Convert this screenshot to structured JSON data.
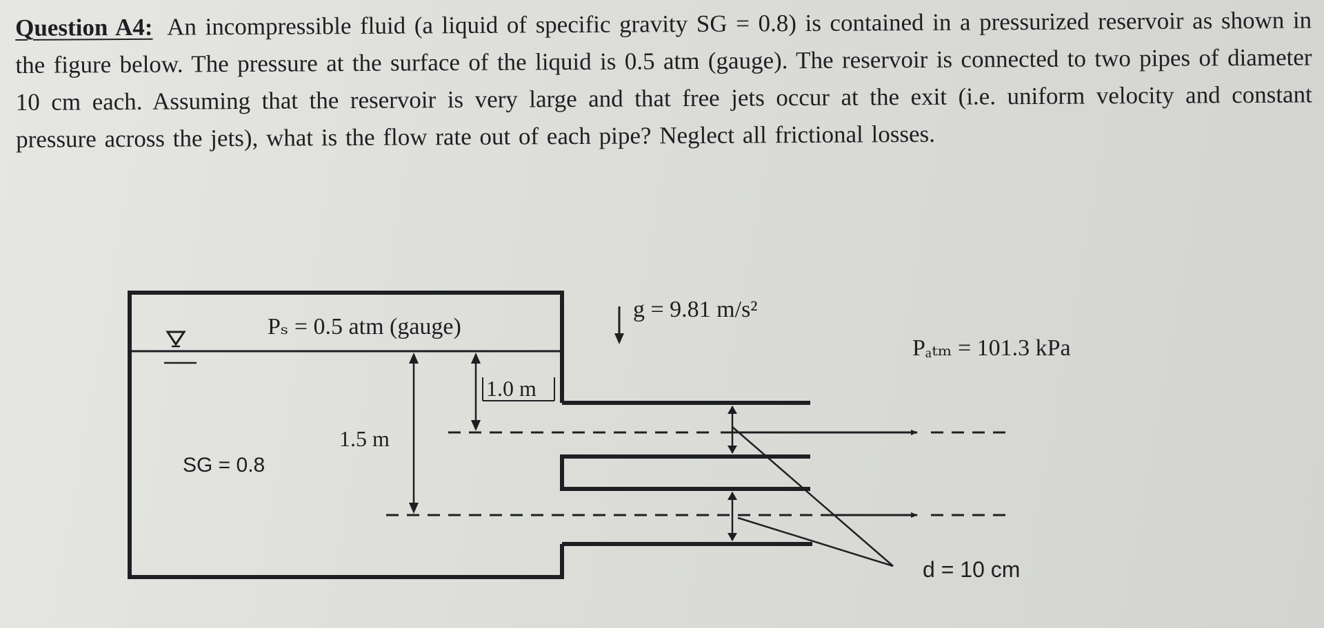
{
  "question": {
    "label": "Question A4:",
    "text": "An incompressible fluid (a liquid of specific gravity SG = 0.8) is contained in a pressurized reservoir as shown in the figure below. The pressure at the surface of the liquid is 0.5 atm (gauge). The reservoir is connected to two pipes of diameter 10 cm each. Assuming that the reservoir is very large and that free jets occur at the exit (i.e. uniform velocity and constant pressure across the jets), what is the flow rate out of each pipe? Neglect all frictional losses."
  },
  "figure": {
    "surface_pressure": "Pₛ = 0.5 atm (gauge)",
    "gravity": "g = 9.81 m/s²",
    "atm_pressure": "Pₐₜₘ = 101.3 kPa",
    "depth_upper": "1.0 m",
    "depth_lower": "1.5 m",
    "specific_gravity": "SG = 0.8",
    "diameter": "d = 10 cm"
  }
}
